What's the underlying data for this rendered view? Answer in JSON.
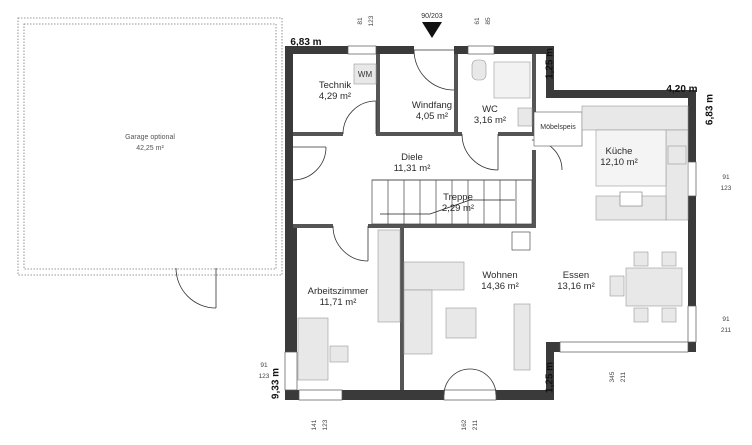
{
  "rooms": {
    "garage": {
      "name": "Garage optional",
      "area": "42,25 m²"
    },
    "technik": {
      "name": "Technik",
      "area": "4,29 m²"
    },
    "windfang": {
      "name": "Windfang",
      "area": "4,05 m²"
    },
    "wc": {
      "name": "WC",
      "area": "3,16 m²"
    },
    "kueche": {
      "name": "Küche",
      "area": "12,10 m²"
    },
    "diele": {
      "name": "Diele",
      "area": "11,31 m²"
    },
    "treppe": {
      "name": "Treppe",
      "area": "2,29 m²"
    },
    "arbeitszimmer": {
      "name": "Arbeitszimmer",
      "area": "11,71 m²"
    },
    "wohnen": {
      "name": "Wohnen",
      "area": "14,36 m²"
    },
    "essen": {
      "name": "Essen",
      "area": "13,16 m²"
    }
  },
  "labels": {
    "wm": "WM",
    "moebelspeis": "Möbelspeis",
    "entrance": "90/203"
  },
  "dimensions": {
    "top_width": "6,83 m",
    "right_width": "4,20 m",
    "step_1": "1,25 m",
    "right_depth": "6,83 m",
    "step_2": "1,25 m",
    "left_depth": "9,33 m"
  },
  "window_sizes": {
    "w_top_technik": [
      "81",
      "123"
    ],
    "w_top_wc": [
      "61",
      "85"
    ],
    "w_right_kueche": [
      "91",
      "123"
    ],
    "w_right_essen": [
      "91",
      "211"
    ],
    "w_bottom_terrace": [
      "345",
      "211"
    ],
    "w_left_arbeit": [
      "91",
      "123"
    ],
    "w_bottom_arbeit": [
      "141",
      "123"
    ],
    "w_bottom_wohnen": [
      "162",
      "211"
    ]
  }
}
